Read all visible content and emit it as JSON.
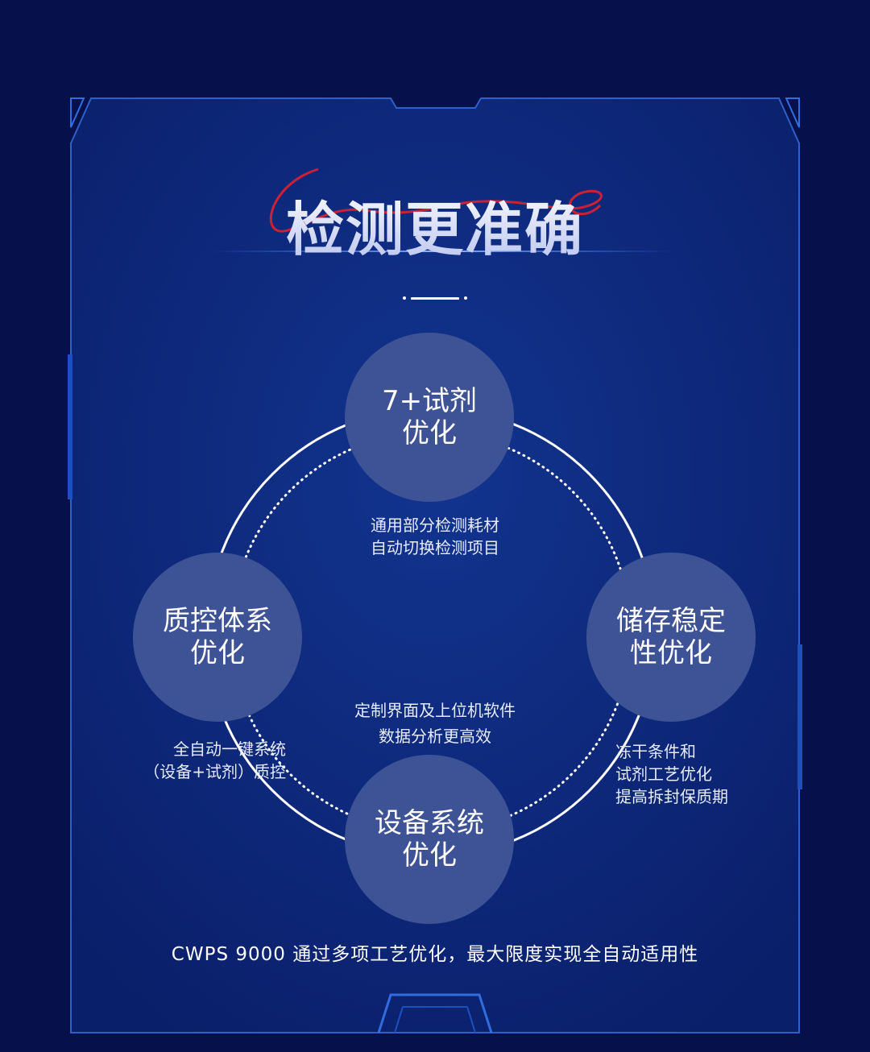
{
  "title": "检测更准确",
  "colors": {
    "background": "#06104a",
    "panel": "#0f2c85",
    "node": "#3e5296",
    "accent_red": "#e0202e",
    "line": "#ffffff"
  },
  "nodes": [
    {
      "line1": "7+试剂",
      "line2": "优化"
    },
    {
      "line1": "质控体系",
      "line2": "优化"
    },
    {
      "line1": "储存稳定",
      "line2": "性优化"
    },
    {
      "line1": "设备系统",
      "line2": "优化"
    }
  ],
  "descriptions": {
    "top": [
      "通用部分检测耗材",
      "自动切换检测项目"
    ],
    "center": [
      "定制界面及上位机软件",
      "数据分析更高效"
    ],
    "left": [
      "全自动一键系统",
      "（设备+试剂）质控"
    ],
    "right": [
      "冻干条件和",
      "试剂工艺优化",
      "提高拆封保质期"
    ]
  },
  "footer": "CWPS 9000 通过多项工艺优化，最大限度实现全自动适用性"
}
